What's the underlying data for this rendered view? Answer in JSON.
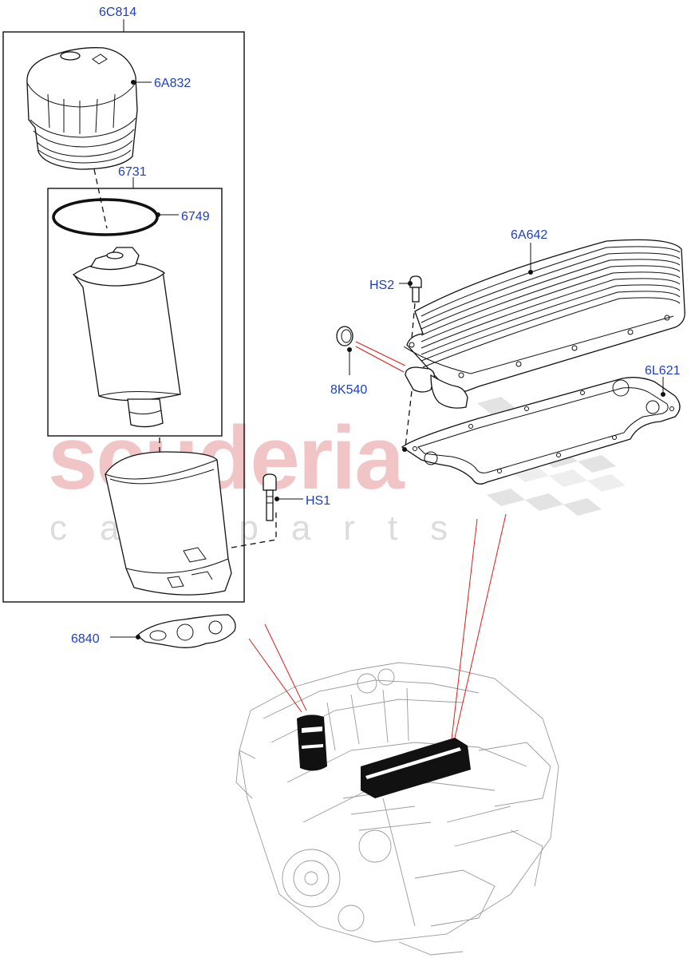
{
  "watermark": {
    "brand": "scuderia",
    "tagline": "car parts"
  },
  "callouts": {
    "c_6C814": "6C814",
    "c_6A832": "6A832",
    "c_6731": "6731",
    "c_6749": "6749",
    "c_HS1": "HS1",
    "c_6840": "6840",
    "c_6A642": "6A642",
    "c_HS2": "HS2",
    "c_8K540": "8K540",
    "c_6L621": "6L621"
  },
  "colors": {
    "callout_text": "#1f3fbf",
    "leader_line": "#111111",
    "highlight_line": "#d81e1e",
    "watermark_brand": "#f1c4c6",
    "watermark_tagline": "#dcdcdc"
  }
}
